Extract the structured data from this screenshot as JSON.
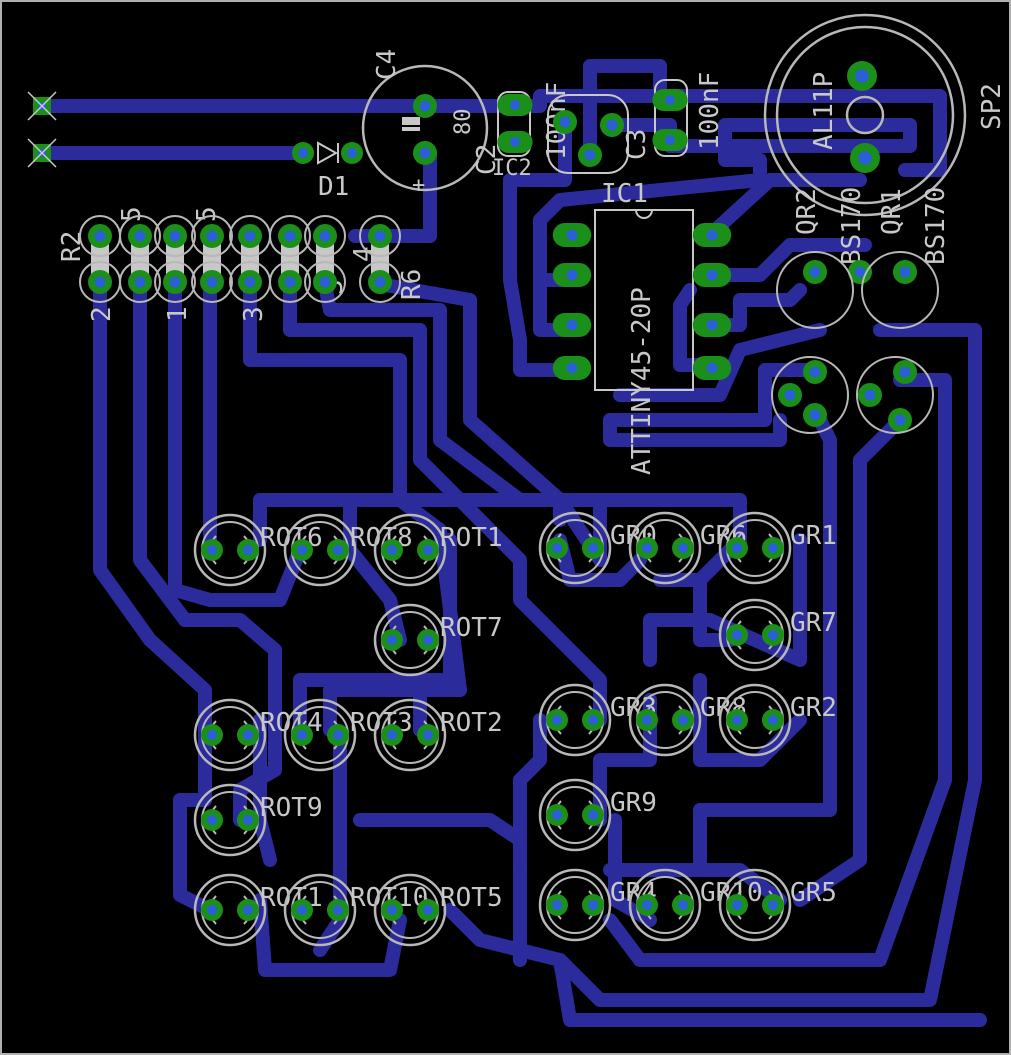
{
  "board": {
    "colors": {
      "background": "#000000",
      "trace": "#2b2b9c",
      "silkscreen": "#c8c8c8",
      "pad": "#1a8f1a",
      "drill": "#2a5fd8"
    }
  },
  "labels": {
    "c4": "C4",
    "c2": "C2",
    "c2_value": "100nF",
    "c3": "C3",
    "c3_value": "100nF",
    "ic2": "IC2",
    "ic2_value": "80",
    "ic1": "IC1",
    "ic1_value": "ATTINY45-20P",
    "d1": "D1",
    "sp2": "SP2",
    "sp2_value": "AL11P",
    "r2": "R2",
    "r6": "R6",
    "r_nums": [
      "5",
      "5",
      "4",
      "3",
      "1",
      "2",
      "3"
    ],
    "qr1": "QR1",
    "qr1_value": "BS170",
    "qr2": "QR2",
    "qr2_value": "BS170",
    "led_labels": [
      "ROT6",
      "ROT8",
      "ROT1",
      "ROT7",
      "ROT4",
      "ROT3",
      "ROT2",
      "ROT9",
      "ROT1",
      "ROT10",
      "ROT5",
      "GR0",
      "GR6",
      "GR1",
      "GR7",
      "GR3",
      "GR8",
      "GR2",
      "GR9",
      "GR4",
      "GR10",
      "GR5"
    ]
  }
}
